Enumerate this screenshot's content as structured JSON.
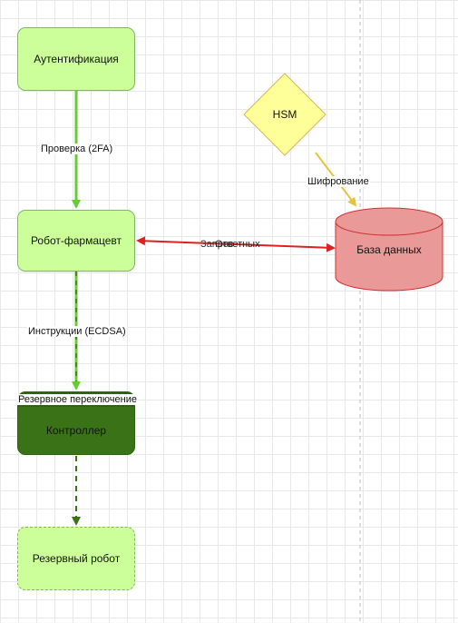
{
  "nodes": {
    "auth": "Аутентификация",
    "robot": "Робот-фармацевт",
    "hsm": "HSM",
    "db": "База данных",
    "controller_header": "Резервное переключение",
    "controller": "Контроллер",
    "backup": "Резервный робот"
  },
  "edges": {
    "auth_robot": "Проверка (2FA)",
    "robot_controller": "Инструкции (ECDSA)",
    "hsm_db": "Шифрование",
    "robot_db_request": "Запрос",
    "robot_db_response": "Ответ",
    "robot_db_suffix": "ных"
  },
  "colors": {
    "green_fill": "#ccff99",
    "green_stroke": "#82b366",
    "green_edge": "#66cc33",
    "dark_green_fill": "#3a7317",
    "dark_green_header": "#2d6312",
    "hsm_fill": "#ffff99",
    "hsm_stroke": "#d6b656",
    "db_fill": "#ea9999",
    "db_stroke": "#cc3333",
    "red_edge": "#dd2222",
    "hsm_edge": "#e6c43a"
  }
}
